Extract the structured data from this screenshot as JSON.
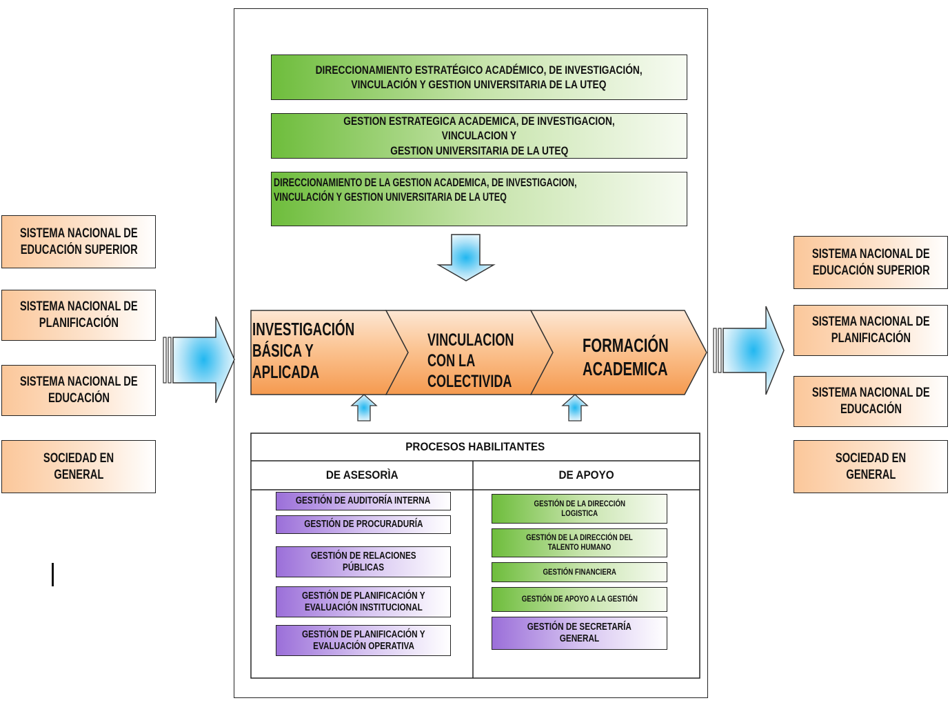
{
  "inputs": [
    {
      "line1": "SISTEMA NACIONAL DE",
      "line2": "EDUCACIÓN SUPERIOR"
    },
    {
      "line1": "SISTEMA NACIONAL DE",
      "line2": "PLANIFICACIÓN"
    },
    {
      "line1": "SISTEMA NACIONAL DE",
      "line2": "EDUCACIÓN"
    },
    {
      "line1": "SOCIEDAD EN",
      "line2": "GENERAL"
    }
  ],
  "outputs": [
    {
      "line1": "SISTEMA NACIONAL DE",
      "line2": "EDUCACIÓN SUPERIOR"
    },
    {
      "line1": "SISTEMA NACIONAL DE",
      "line2": "PLANIFICACIÓN"
    },
    {
      "line1": "SISTEMA NACIONAL DE",
      "line2": "EDUCACIÓN"
    },
    {
      "line1": "SOCIEDAD EN",
      "line2": "GENERAL"
    }
  ],
  "strategic": [
    {
      "line1": "DIRECCIONAMIENTO ESTRATÉGICO ACADÉMICO, DE INVESTIGACIÓN,",
      "line2": "VINCULACIÓN Y GESTION UNIVERSITARIA DE LA UTEQ"
    },
    {
      "line1": "GESTION ESTRATEGICA ACADEMICA, DE INVESTIGACION, VINCULACION Y",
      "line2": "GESTION UNIVERSITARIA DE LA UTEQ"
    },
    {
      "line1": "DIRECCIONAMIENTO DE LA GESTION ACADEMICA, DE INVESTIGACION,",
      "line2": "VINCULACIÓN Y GESTION UNIVERSITARIA DE LA UTEQ"
    }
  ],
  "core": [
    {
      "line1": "INVESTIGACIÓN",
      "line2": "BÁSICA Y",
      "line3": "APLICADA"
    },
    {
      "line1": "VINCULACION",
      "line2": "CON LA",
      "line3": "COLECTIVIDA"
    },
    {
      "line1": "FORMACIÓN",
      "line2": "ACADEMICA"
    }
  ],
  "enabling": {
    "title": "PROCESOS HABILITANTES",
    "advisory_header": "DE ASESORÌA",
    "support_header": "DE APOYO",
    "advisory": [
      {
        "line1": "GESTIÓN DE AUDITORÍA INTERNA",
        "line2": ""
      },
      {
        "line1": "GESTIÓN DE PROCURADURÍA",
        "line2": ""
      },
      {
        "line1": "GESTIÓN DE RELACIONES",
        "line2": "PÚBLICAS"
      },
      {
        "line1": "GESTIÓN DE PLANIFICACIÓN Y",
        "line2": "EVALUACIÓN INSTITUCIONAL"
      },
      {
        "line1": "GESTIÓN DE PLANIFICACIÓN Y",
        "line2": "EVALUACIÓN OPERATIVA"
      }
    ],
    "support": [
      {
        "line1": "GESTIÓN DE LA DIRECCIÓN",
        "line2": "LOGISTICA"
      },
      {
        "line1": "GESTIÓN DE LA DIRECCIÓN DEL",
        "line2": "TALENTO HUMANO"
      },
      {
        "line1": "GESTIÓN FINANCIERA",
        "line2": ""
      },
      {
        "line1": "GESTIÓN DE APOYO A LA GESTIÓN",
        "line2": ""
      },
      {
        "line1": "GESTIÓN DE SECRETARÍA",
        "line2": "GENERAL"
      }
    ]
  }
}
